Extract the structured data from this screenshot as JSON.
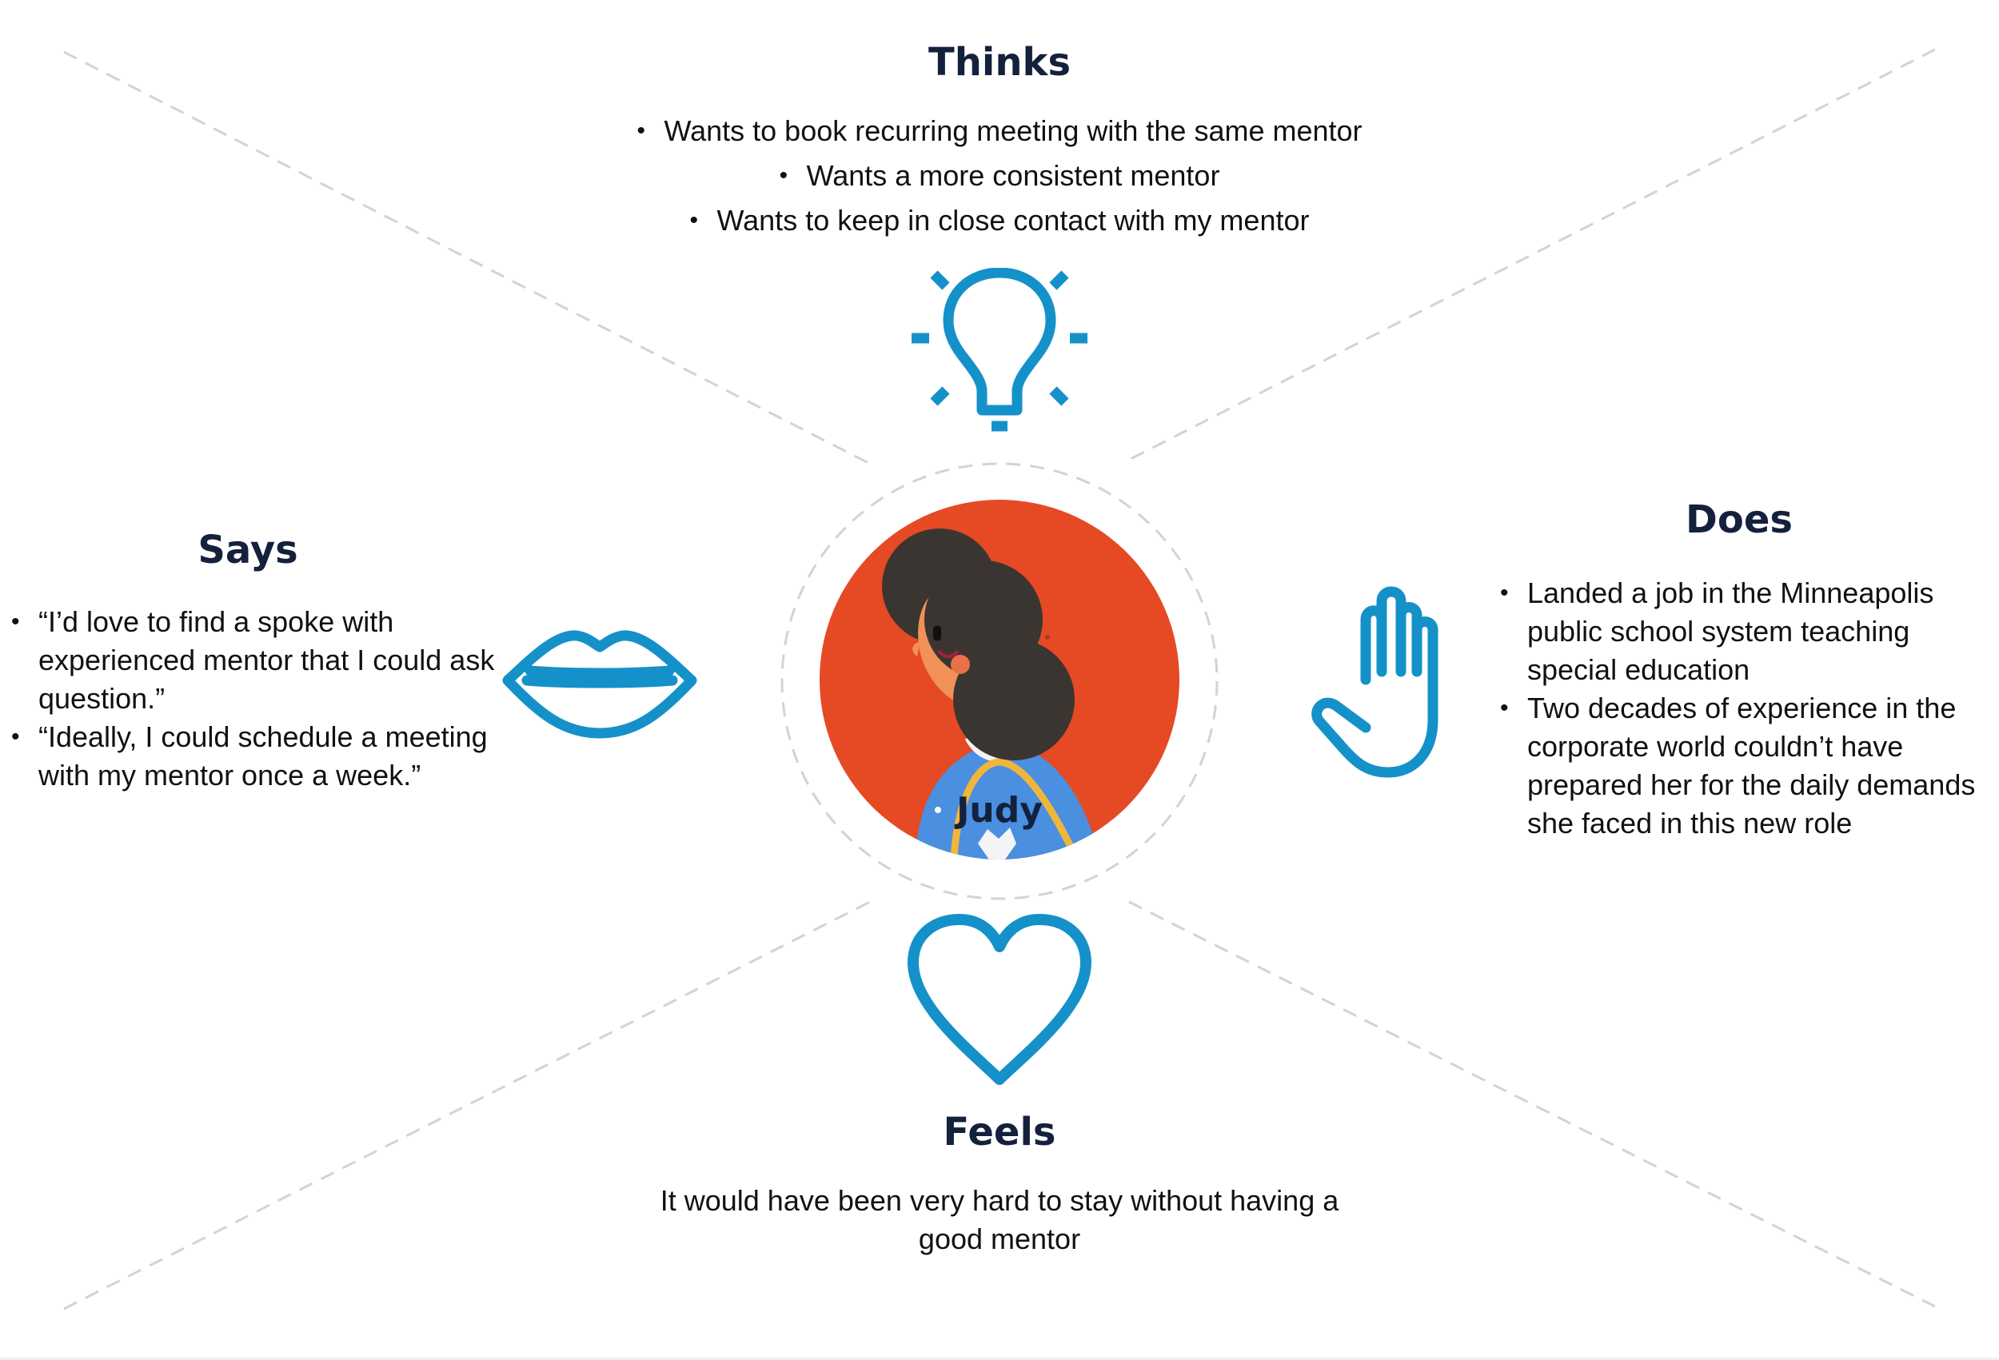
{
  "colors": {
    "accent": "#1591c9",
    "heading": "#14213d",
    "avatar_bg": "#e54a25",
    "dashed": "#d3d3d3"
  },
  "persona": {
    "name": "Judy"
  },
  "thinks": {
    "title": "Thinks",
    "icon": "lightbulb-icon",
    "items": [
      "Wants to book recurring meeting with the same mentor",
      "Wants a more consistent mentor",
      "Wants to keep in close contact with my mentor"
    ]
  },
  "says": {
    "title": "Says",
    "icon": "lips-icon",
    "items": [
      "“I’d love to find a spoke with experienced mentor that I could ask question.”",
      "“Ideally, I could schedule a meeting with my mentor once a week.”"
    ]
  },
  "does": {
    "title": "Does",
    "icon": "hand-icon",
    "items": [
      "Landed a job in the Minneapolis public school system teaching special education",
      "Two decades of experience in the corporate world couldn’t have prepared her for the daily demands she faced in this new role"
    ]
  },
  "feels": {
    "title": "Feels",
    "icon": "heart-icon",
    "text": "It would have been very hard to stay without having a good mentor"
  }
}
